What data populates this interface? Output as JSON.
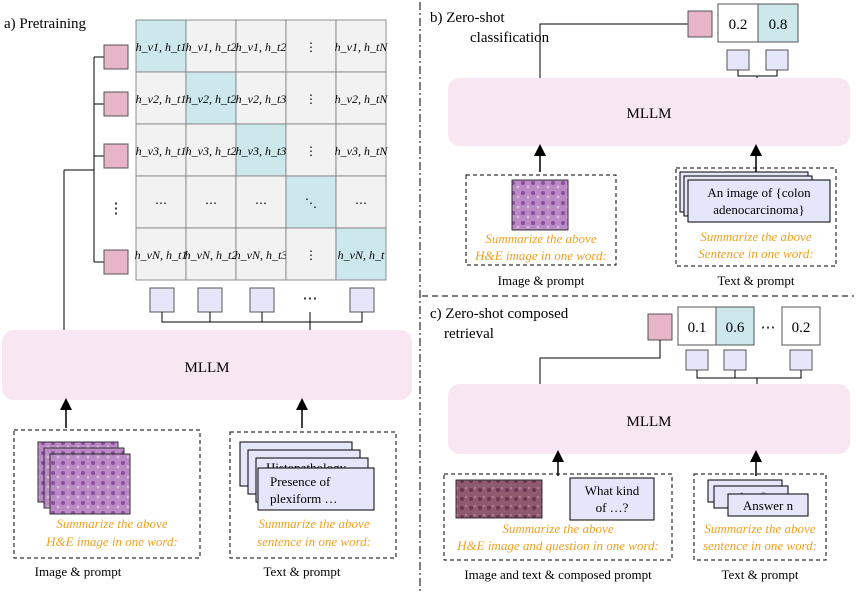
{
  "panel_a": {
    "title": "a) Pretraining",
    "rows": [
      [
        "h_v1, h_t1",
        "h_v1, h_t2",
        "h_v1, h_t2",
        "⋮",
        "h_v1, h_tN"
      ],
      [
        "h_v2, h_t1",
        "h_v2, h_t2",
        "h_v2, h_t3",
        "⋮",
        "h_v2, h_tN"
      ],
      [
        "h_v3, h_t1",
        "h_v3, h_t2",
        "h_v3, h_t3",
        "⋮",
        "h_v3, h_tN"
      ],
      [
        "⋯",
        "⋯",
        "⋯",
        "⋱",
        "⋯"
      ],
      [
        "h_vN, h_t1",
        "h_vN, h_t2",
        "h_vN, h_t3",
        "⋮",
        "h_vN, h_t"
      ]
    ],
    "row_dots": "⋮",
    "col_dots": "⋯",
    "mllm": "MLLM",
    "img_prompt_l1": "Summarize the above",
    "img_prompt_l2": "H&E image in one word:",
    "img_label": "Image & prompt",
    "text_card1": "Histopathology",
    "text_card2_l1": "Presence of",
    "text_card2_l2": "plexiform …",
    "text_prompt_l1": "Summarize the above",
    "text_prompt_l2": "sentence in one word:",
    "text_label": "Text & prompt"
  },
  "panel_b": {
    "title_l1": "b) Zero-shot",
    "title_l2": "classification",
    "score1": "0.2",
    "score2": "0.8",
    "mllm": "MLLM",
    "img_prompt_l1": "Summarize the above",
    "img_prompt_l2": "H&E image in one word:",
    "img_label": "Image & prompt",
    "card_l1": "An image of {colon",
    "card_l2": "adenocarcinoma}",
    "text_prompt_l1": "Summarize the above",
    "text_prompt_l2": "Sentence in one word:",
    "text_label": "Text & prompt"
  },
  "panel_c": {
    "title_l1": "c) Zero-shot composed",
    "title_l2": "retrieval",
    "score1": "0.1",
    "score2": "0.6",
    "dots": "⋯",
    "score3": "0.2",
    "mllm": "MLLM",
    "question_l1": "What kind",
    "question_l2": "of …?",
    "img_prompt_l1": "Summarize the above",
    "img_prompt_l2": "H&E image and question in one word:",
    "img_label": "Image and text & composed prompt",
    "answer_back": "A… ?",
    "answer": "Answer n",
    "text_prompt_l1": "Summarize the above",
    "text_prompt_l2": "sentence in one word:",
    "text_label": "Text & prompt"
  },
  "colors": {
    "mllm_fill": "#F8E6F2",
    "pink_square": "#E8B4C8",
    "lavender": "#E6E6FA",
    "cyan_cell": "#CDE8EC",
    "grid_cell": "#F2F2F2",
    "orange_text": "#F0A020"
  }
}
